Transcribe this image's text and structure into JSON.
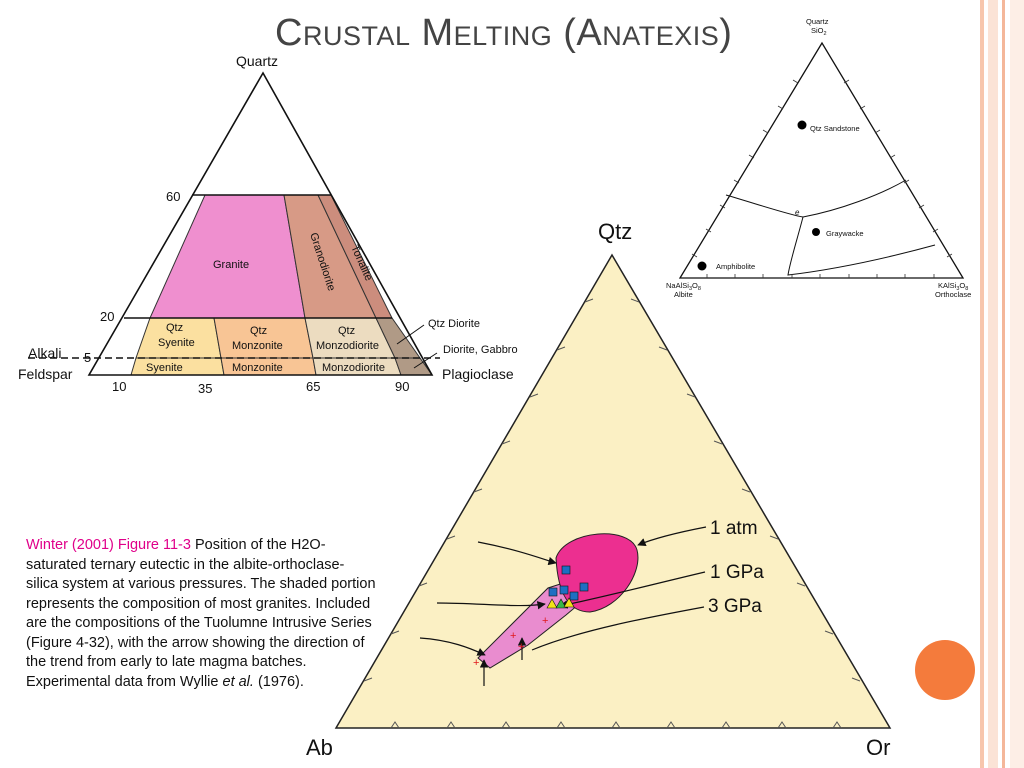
{
  "title": "Crustal Melting (Anatexis)",
  "colors": {
    "title": "#444444",
    "caption_ref": "#e0008a",
    "granite": "#ef8fcf",
    "granodiorite": "#d79a86",
    "tonalite": "#cc8d7d",
    "yellow_field": "#fbe0a0",
    "orange_field": "#f8c595",
    "beige_field": "#ecdcc0",
    "diorite_field": "#b09a86",
    "ternary_fill": "#fbf0c4",
    "melt_magenta": "#ec2f90",
    "melt_pink": "#e98ccf",
    "accent_orange": "#f47b3c"
  },
  "caption": {
    "ref": "Winter (2001) Figure 11-3",
    "text_1": " Position of the H2O-saturated ternary eutectic  in the albite-orthoclase-silica system at various pressures. The shaded portion represents the composition of most granites. Included are the compositions of the Tuolumne Intrusive Series (Figure 4-32), with the arrow showing the direction of the trend from early to late magma batches. Experimental data from Wyllie ",
    "et_al": "et al.",
    "text_2": " (1976)."
  },
  "qap": {
    "apex": "Quartz",
    "left_corner_1": "Alkali",
    "left_corner_2": "Feldspar",
    "right_corner": "Plagioclase",
    "tick_60": "60",
    "tick_20": "20",
    "tick_5": "5",
    "tick_10": "10",
    "tick_35": "35",
    "tick_65": "65",
    "tick_90": "90",
    "fields": {
      "granite": "Granite",
      "granodiorite": "Granodiorite",
      "tonalite": "Tonalite",
      "qtz_syenite_1": "Qtz",
      "qtz_syenite_2": "Syenite",
      "qtz_monzonite_1": "Qtz",
      "qtz_monzonite_2": "Monzonite",
      "qtz_monzodiorite_1": "Qtz",
      "qtz_monzodiorite_2": "Monzodiorite",
      "syenite": "Syenite",
      "monzonite": "Monzonite",
      "monzodiorite": "Monzodiorite",
      "qtz_diorite": "Qtz  Diorite",
      "diorite_gabbro": "Diorite,  Gabbro"
    }
  },
  "sediment": {
    "apex_1": "Quartz",
    "apex_2": "SiO",
    "apex_2_sub": "2",
    "left_1": "NaAlSi",
    "left_1_sub1": "3",
    "left_1_mid": "O",
    "left_1_sub2": "8",
    "left_2": "Albite",
    "right_1": "KAlSi",
    "right_1_sub1": "3",
    "right_1_mid": "O",
    "right_1_sub2": "8",
    "right_2": "Orthoclase",
    "qtz_sandstone": "Qtz Sandstone",
    "graywacke": "Graywacke",
    "amphibolite": "Amphibolite",
    "eutectic": "e"
  },
  "ternary": {
    "apex": "Qtz",
    "left": "Ab",
    "right": "Or",
    "label_1atm": "1 atm",
    "label_1gpa": "1 GPa",
    "label_3gpa": "3 GPa"
  }
}
